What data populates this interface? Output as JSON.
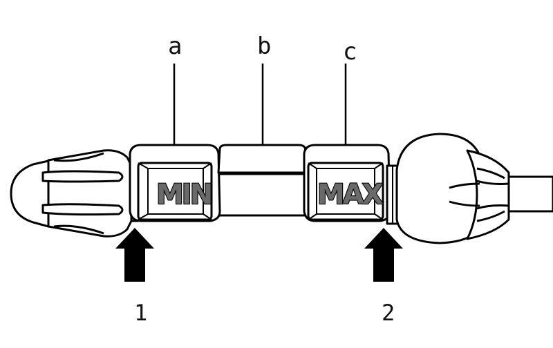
{
  "diagram": {
    "callouts": [
      {
        "id": "a",
        "label": "a"
      },
      {
        "id": "b",
        "label": "b"
      },
      {
        "id": "c",
        "label": "c"
      }
    ],
    "markings": {
      "min": "MIN",
      "max": "MAX"
    },
    "arrows": [
      {
        "id": "1",
        "label": "1"
      },
      {
        "id": "2",
        "label": "2"
      }
    ],
    "colors": {
      "outline": "#000000",
      "fill": "#ffffff",
      "shade": "#6a6a6a"
    }
  }
}
